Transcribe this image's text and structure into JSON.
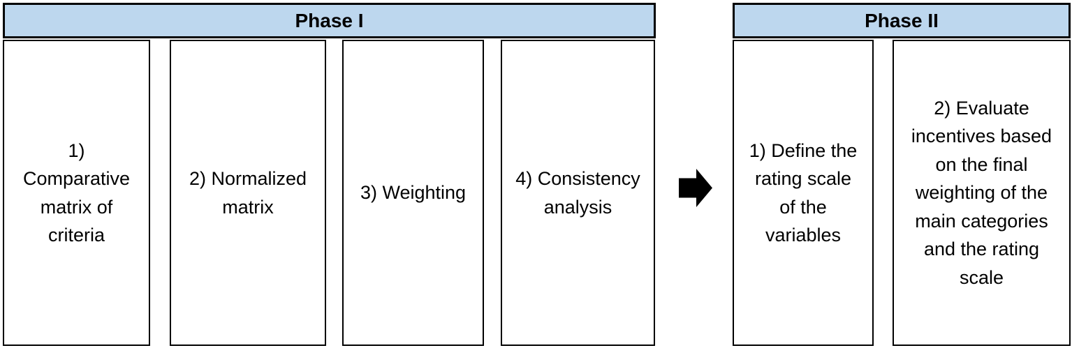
{
  "diagram": {
    "phases": [
      {
        "title": "Phase I",
        "steps": [
          "1) Comparative matrix of criteria",
          "2) Normalized matrix",
          "3) Weighting",
          "4) Consistency analysis"
        ]
      },
      {
        "title": "Phase II",
        "steps": [
          "1) Define the rating scale of the variables",
          "2) Evaluate incentives based on the final weighting of the main categories and the rating scale"
        ]
      }
    ],
    "connector_icon": "right-block-arrow"
  },
  "colors": {
    "header_bg": "#BDD7EE",
    "border": "#000000",
    "box_bg": "#FFFFFF",
    "text": "#000000",
    "arrow": "#000000",
    "page_bg": "#FFFFFF"
  }
}
